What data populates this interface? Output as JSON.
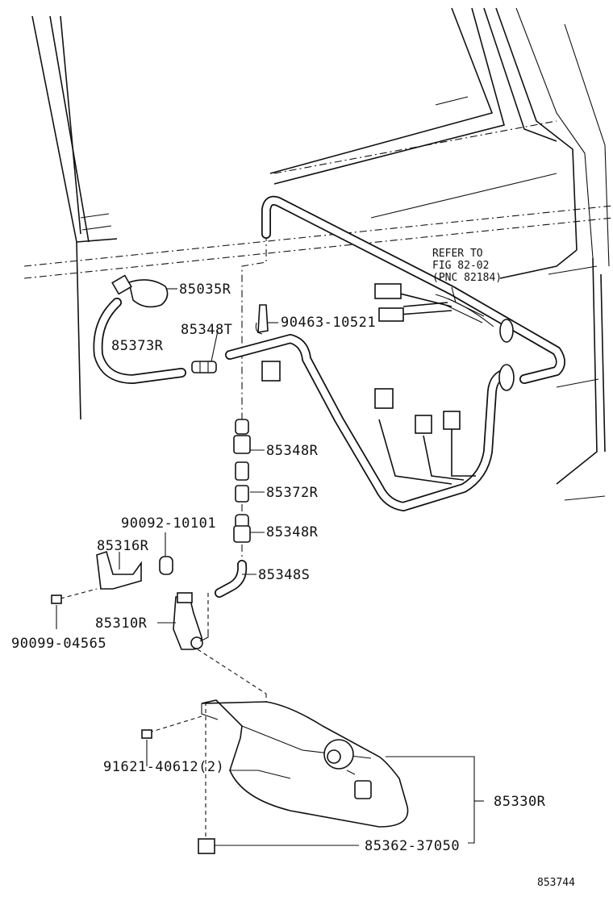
{
  "figure_id": "853744",
  "reference_note": {
    "line1": "REFER TO",
    "line2": "FIG 82-02",
    "line3": "(PNC 82184)"
  },
  "parts": {
    "p85035R": "85035R",
    "p85373R": "85373R",
    "p85348T": "85348T",
    "p90463": "90463-10521",
    "p85348R_a": "85348R",
    "p85372R": "85372R",
    "p85348R_b": "85348R",
    "p90092": "90092-10101",
    "p85316R": "85316R",
    "p85348S": "85348S",
    "p85310R": "85310R",
    "p90099": "90099-04565",
    "p91621": "91621-40612(2)",
    "p85330R": "85330R",
    "p85362": "85362-37050"
  }
}
